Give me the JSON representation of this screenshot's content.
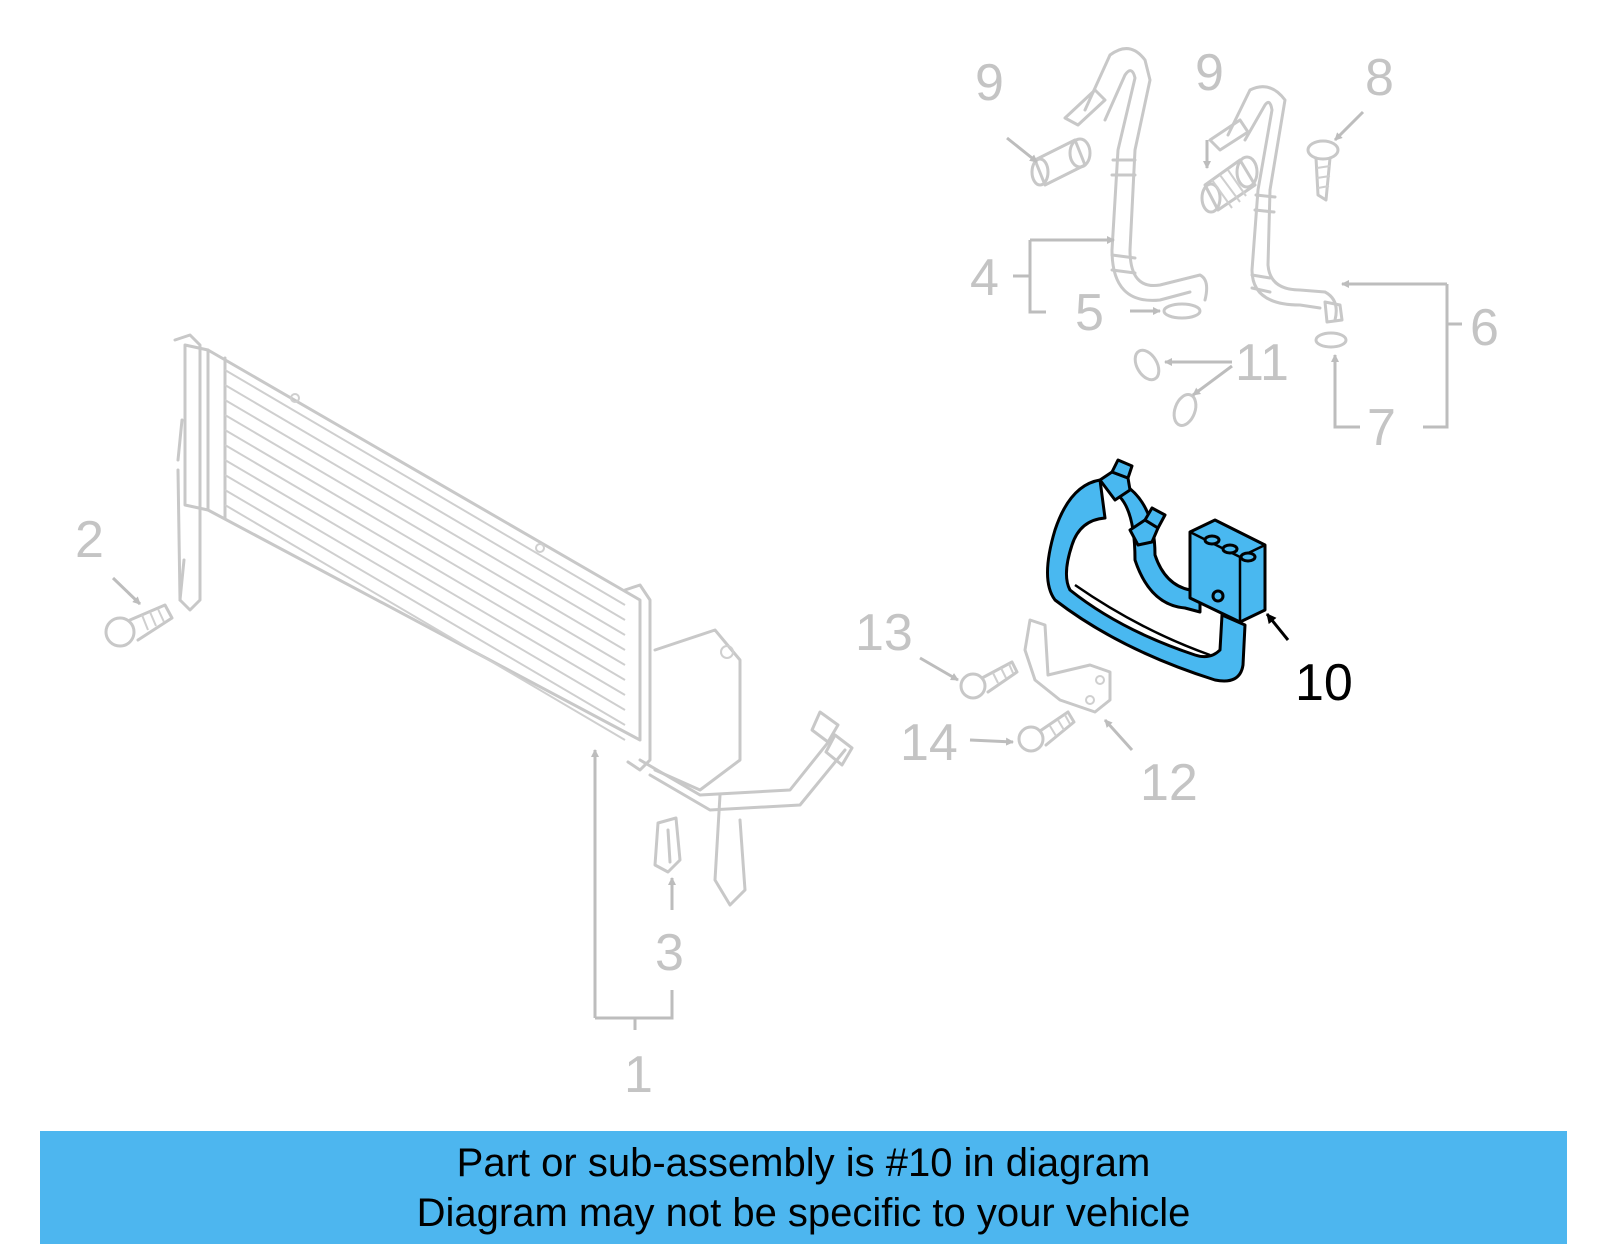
{
  "diagram": {
    "highlight_color": "#49b8f0",
    "part_color": "#c8c8c8",
    "callouts": {
      "c1": "1",
      "c2": "2",
      "c3": "3",
      "c4": "4",
      "c5": "5",
      "c6": "6",
      "c7": "7",
      "c8": "8",
      "c9a": "9",
      "c9b": "9",
      "c10": "10",
      "c11": "11",
      "c12": "12",
      "c13": "13",
      "c14": "14"
    }
  },
  "banner": {
    "color": "#4db6ef",
    "line1": "Part or sub-assembly is #10 in diagram",
    "line2": "Diagram may not be specific to your vehicle"
  }
}
